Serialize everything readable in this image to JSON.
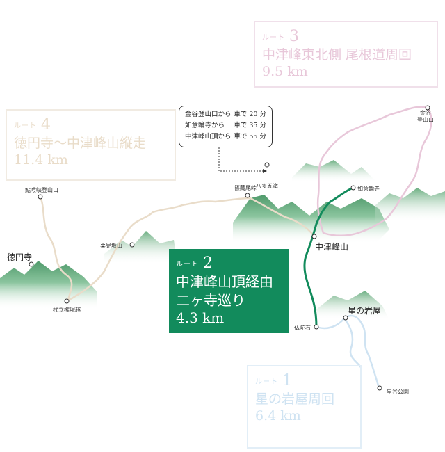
{
  "routes": {
    "route1": {
      "tag": "ルート",
      "number": "1",
      "title": "星の岩屋周回",
      "distance": "6.4 km",
      "color": "#cfe3f2"
    },
    "route2": {
      "tag": "ルート",
      "number": "2",
      "title_line1": "中津峰山頂経由",
      "title_line2": "二ヶ寺巡り",
      "distance": "4.3 km",
      "color": "#128b5c"
    },
    "route3": {
      "tag": "ルート",
      "number": "3",
      "title": "中津峰東北側 尾根道周回",
      "distance": "9.5 km",
      "color": "#e8c7d9"
    },
    "route4": {
      "tag": "ルート",
      "number": "4",
      "title": "徳円寺〜中津峰山縦走",
      "distance": "11.4 km",
      "color": "#e9dcc9"
    }
  },
  "access": [
    {
      "from": "金谷登山口から",
      "time": "車で 20 分"
    },
    {
      "from": "如意輪寺から",
      "time": "車で 35 分"
    },
    {
      "from": "中津峰山頂から",
      "time": "車で 55 分"
    }
  ],
  "places": {
    "kanaya_trailhead": "金谷\n登山口",
    "nyoirinji": "如意輪寺",
    "hachita_gorin": "八多五滝",
    "hisuo_pass": "篠藏尾峠",
    "kurimi_zaka": "栗見坂山",
    "nakatsu_peak": "中津峰山",
    "tokuenji": "徳円寺",
    "kurei_trailhead": "鮎喰峡登山口",
    "tsue_gongen": "杖立権現越",
    "hoshi_iwaya": "星の岩屋",
    "butsudaseki": "仏陀石",
    "hoshidani_park": "星谷公園"
  },
  "colors": {
    "route1": "#cfe3f2",
    "route2": "#128b5c",
    "route3": "#e8c7d9",
    "route4": "#e9dcc9",
    "mountain_dark": "#5fa57a",
    "mountain_light": "#dcefe2"
  }
}
